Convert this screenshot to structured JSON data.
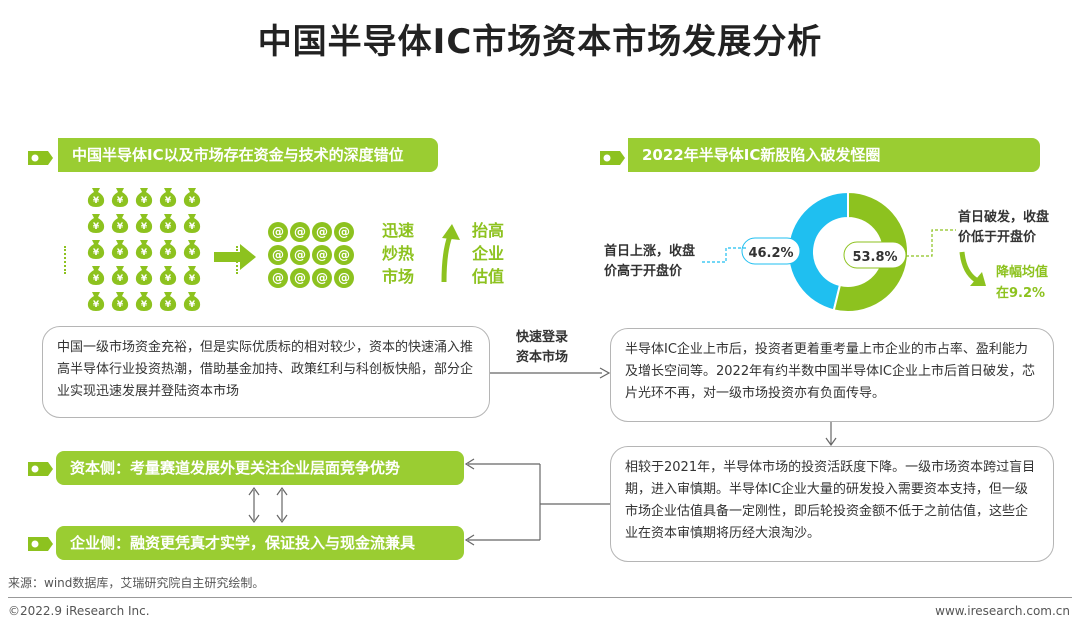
{
  "title": "中国半导体IC市场资本市场发展分析",
  "left": {
    "header": "中国半导体IC以及市场存在资金与技术的深度错位",
    "mid_label": [
      "迅速",
      "炒热",
      "市场"
    ],
    "right_label": [
      "抬高",
      "企业",
      "估值"
    ],
    "box_text": "中国一级市场资金充裕，但是实际优质标的相对较少，资本的快速涌入推高半导体行业投资热潮，借助基金加持、政策红利与科创板快船，部分企业实现迅速发展并登陆资本市场",
    "coin_symbol": "¥",
    "at_symbol": "@"
  },
  "connector_label": [
    "快速登录",
    "资本市场"
  ],
  "right": {
    "header": "2022年半导体IC新股陷入破发怪圈",
    "donut": {
      "type": "pie",
      "slices": [
        {
          "label": "首日上涨，收盘价高于开盘价",
          "value": 46.2,
          "display": "46.2%",
          "color": "#1fbff0"
        },
        {
          "label": "首日破发，收盘价低于开盘价",
          "value": 53.8,
          "display": "53.8%",
          "color": "#8dc21f"
        }
      ]
    },
    "left_note": [
      "首日上涨，收盘",
      "价高于开盘价"
    ],
    "right_note": [
      "首日破发，收盘",
      "价低于开盘价"
    ],
    "drop_note": [
      "降幅均值",
      "在9.2%"
    ],
    "box1_text": "半导体IC企业上市后，投资者更着重考量上市企业的市占率、盈利能力及增长空间等。2022年有约半数中国半导体IC企业上市后首日破发，芯片光环不再，对一级市场投资亦有负面传导。",
    "box2_text": "相较于2021年，半导体市场的投资活跃度下降。一级市场资本跨过盲目期，进入审慎期。半导体IC企业大量的研发投入需要资本支持，但一级市场企业估值具备一定刚性，即后轮投资金额不低于之前估值，这些企业在资本审慎期将历经大浪淘沙。"
  },
  "bottom": {
    "capital_side": "资本侧：考量赛道发展外更关注企业层面竞争优势",
    "enterprise_side": "企业侧：融资更凭真才实学，保证投入与现金流兼具"
  },
  "source": "来源：wind数据库，艾瑞研究院自主研究绘制。",
  "footer": {
    "left": "©2022.9 iResearch Inc.",
    "right": "www.iresearch.com.cn"
  },
  "colors": {
    "green": "#8dc21f",
    "bar_green": "#9acd32",
    "blue": "#1fbff0"
  }
}
